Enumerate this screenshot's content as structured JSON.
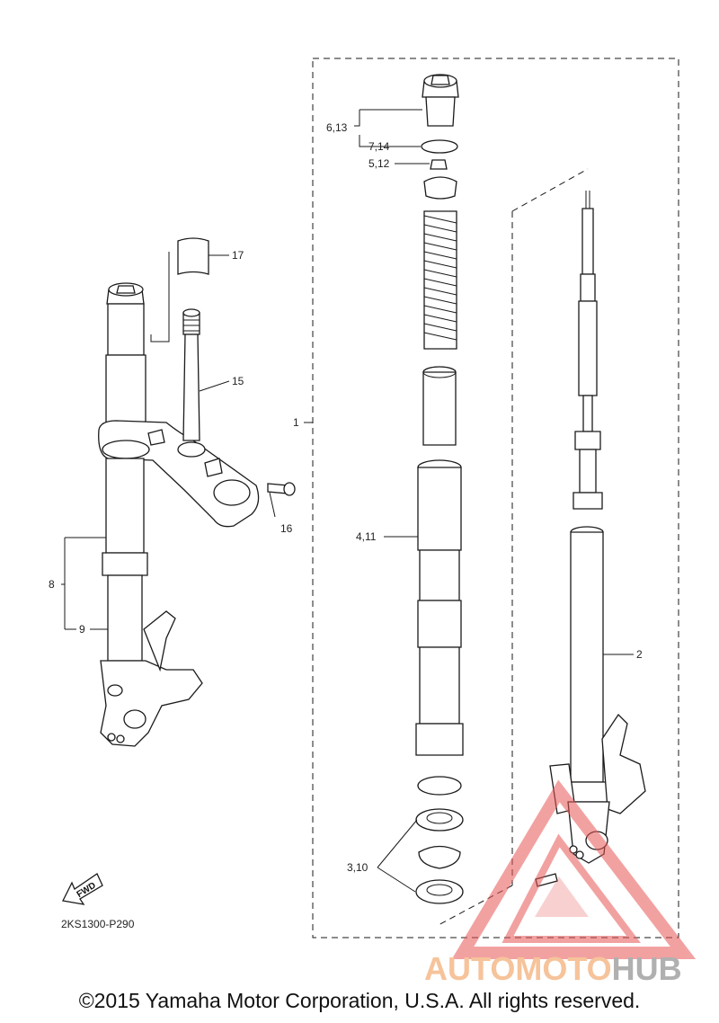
{
  "labels": {
    "l1": "1",
    "l2": "2",
    "l310": "3,10",
    "l411": "4,11",
    "l512": "5,12",
    "l613": "6,13",
    "l714": "7,14",
    "l8": "8",
    "l9": "9",
    "l15": "15",
    "l16": "16",
    "l17": "17"
  },
  "fwd_label": "FWD",
  "diagram_code": "2KS1300-P290",
  "watermark": {
    "part1": "AUTOMOTO",
    "part2": "HUB",
    "color_primary": "#f7c9a6",
    "color_secondary": "#b5b5b5",
    "triangle_color": "#e85555"
  },
  "copyright": "©2015 Yamaha Motor Corporation, U.S.A. All rights reserved."
}
